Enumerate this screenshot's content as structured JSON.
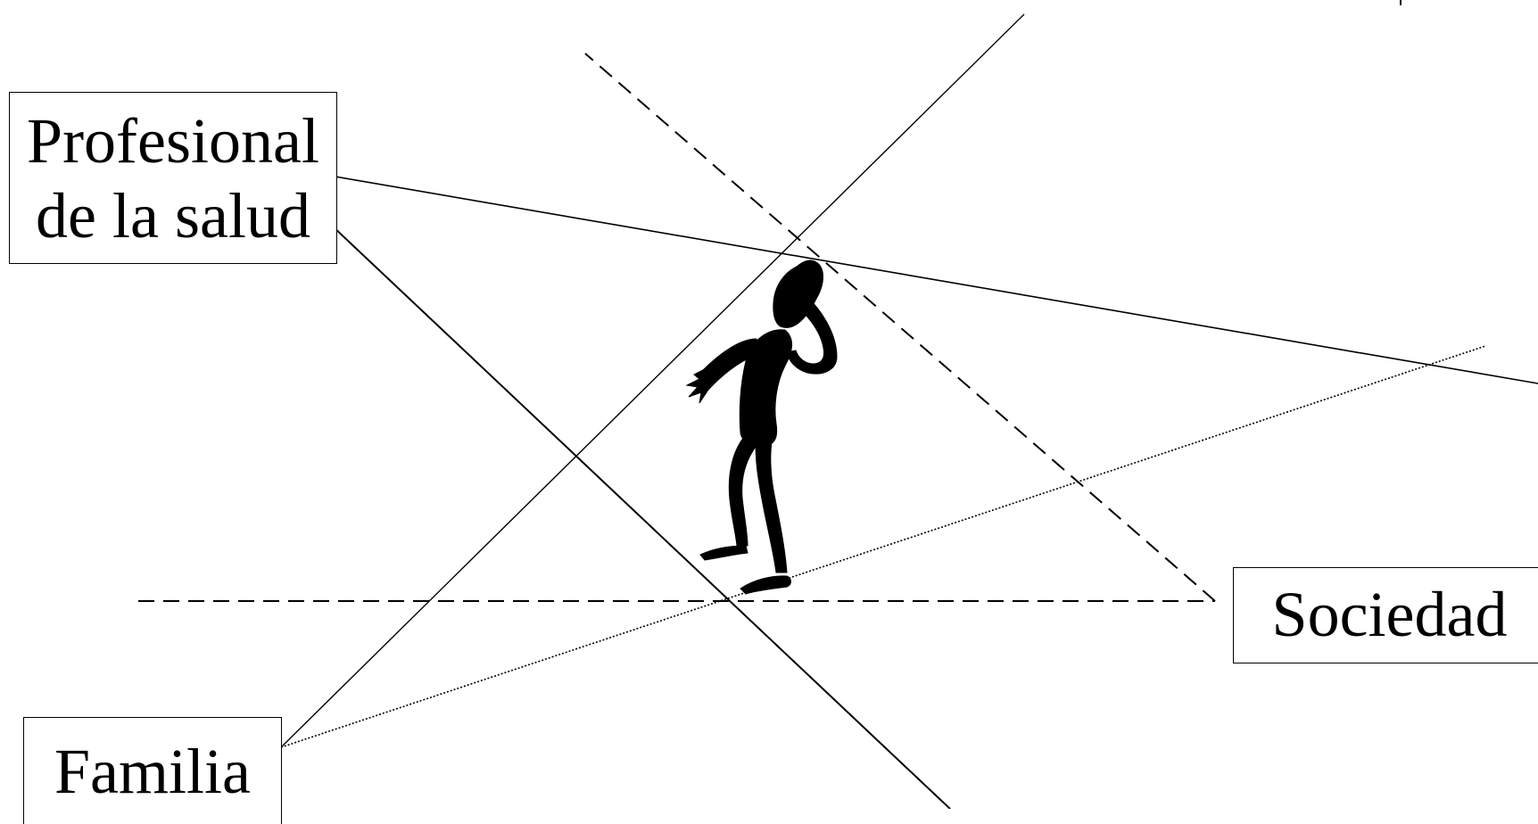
{
  "diagram": {
    "nodes": {
      "profesional": {
        "line1": "Profesional",
        "line2": "de la salud"
      },
      "sociedad": {
        "label": "Sociedad"
      },
      "familia": {
        "label": "Familia"
      }
    },
    "center_figure": {
      "icon": "stooped-person-icon"
    },
    "line_styles": {
      "profesional": "solid",
      "sociedad": "dashed",
      "familia": "dotted"
    },
    "colors": {
      "ink": "#000000",
      "background": "#ffffff"
    }
  }
}
